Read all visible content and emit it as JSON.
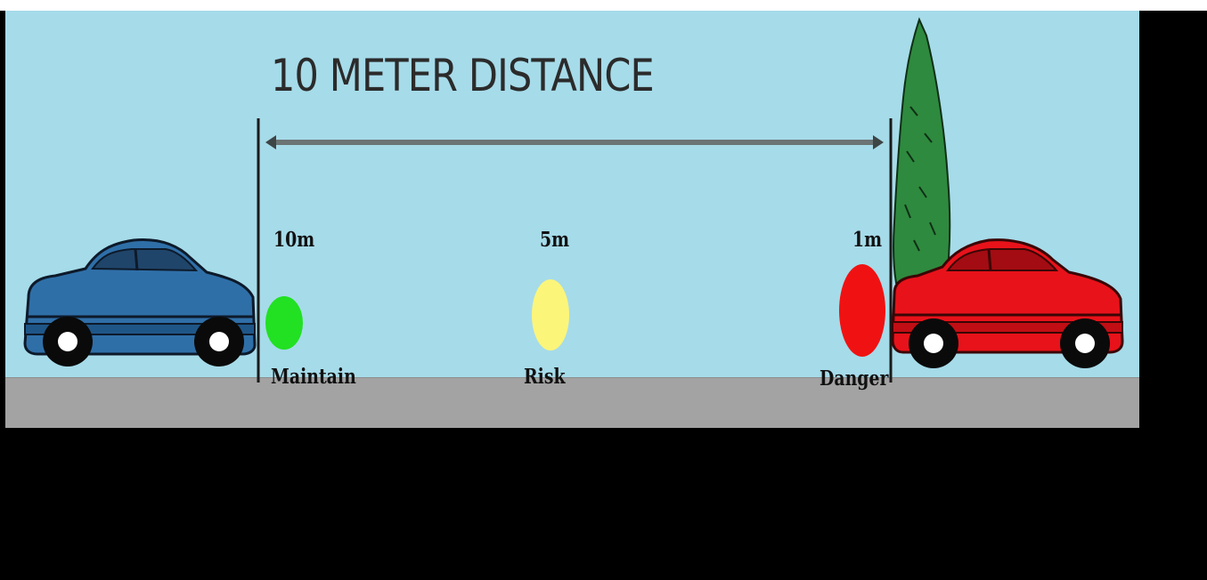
{
  "diagram": {
    "title": "10 METER DISTANCE",
    "markers": [
      {
        "distance": "10m",
        "status": "Maintain",
        "color": "#22e022"
      },
      {
        "distance": "5m",
        "status": "Risk",
        "color": "#fbf57a"
      },
      {
        "distance": "1m",
        "status": "Danger",
        "color": "#f01212"
      }
    ],
    "colors": {
      "sky": "#a6dbe9",
      "road": "#a3a3a3",
      "blue_car": "#2f6fa8",
      "red_car": "#e8121a",
      "tree": "#2e8a3e"
    }
  }
}
